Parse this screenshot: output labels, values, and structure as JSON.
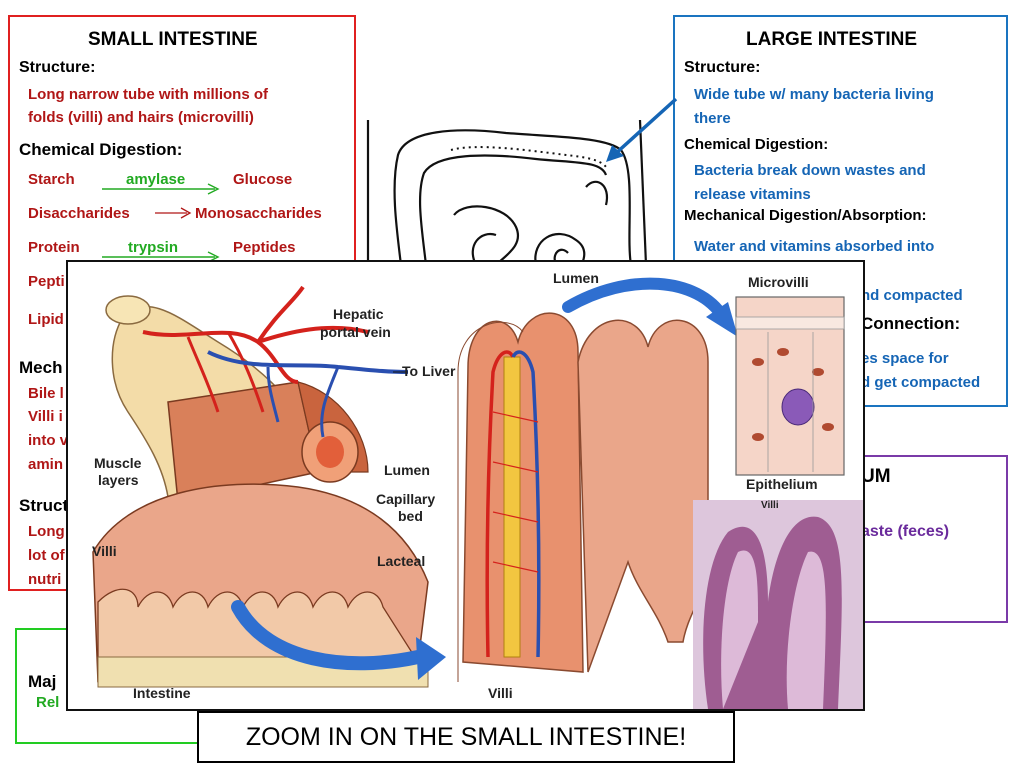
{
  "small_intestine": {
    "title": "SMALL INTESTINE",
    "structure_label": "Structure:",
    "structure_text_1": "Long narrow tube with millions of",
    "structure_text_2": "folds (villi) and hairs (microvilli)",
    "chem_label": "Chemical Digestion:",
    "reactions": [
      {
        "from": "Starch",
        "enzyme": "amylase",
        "to": "Glucose"
      },
      {
        "from": "Disaccharides",
        "enzyme": "",
        "to": "Monosaccharides"
      },
      {
        "from": "Protein",
        "enzyme": "trypsin",
        "to": "Peptides"
      },
      {
        "from": "Pepti",
        "enzyme": "",
        "to": ""
      },
      {
        "from": "Lipid",
        "enzyme": "",
        "to": ""
      }
    ],
    "mech_label": "Mech",
    "mech_lines": [
      "Bile l",
      "Villi i",
      "into v",
      "amin"
    ],
    "struct2_label": "Struct",
    "struct2_lines": [
      "Long",
      "lot of",
      "nutri"
    ]
  },
  "large_intestine": {
    "title": "LARGE INTESTINE",
    "structure_label": "Structure:",
    "structure_text_1": "Wide tube w/ many bacteria living",
    "structure_text_2": "there",
    "chem_label": "Chemical Digestion:",
    "chem_text_1": "Bacteria break down wastes and",
    "chem_text_2": "release vitamins",
    "mech_label": "Mechanical Digestion/Absorption:",
    "mech_text_1": "Water and vitamins absorbed into",
    "mech_text_2": "nd compacted",
    "connection_label": "Connection:",
    "connection_text_1": "es space for",
    "connection_text_2": "d get compacted"
  },
  "rectum": {
    "title_fragment": "UM",
    "text_fragment": "aste (feces)"
  },
  "green_box": {
    "label": "Maj",
    "text": "Rel"
  },
  "zoom_diagram": {
    "labels": {
      "hepatic_portal_vein_1": "Hepatic",
      "hepatic_portal_vein_2": "portal vein",
      "to_liver": "To Liver",
      "muscle_layers_1": "Muscle",
      "muscle_layers_2": "layers",
      "lumen_left": "Lumen",
      "capillary_bed_1": "Capillary",
      "capillary_bed_2": "bed",
      "lacteal": "Lacteal",
      "villi_left": "Villi",
      "intestine": "Intestine",
      "villi_bottom": "Villi",
      "lumen_top": "Lumen",
      "microvilli": "Microvilli",
      "epithelium": "Epithelium",
      "villi_micro": "Villi"
    }
  },
  "caption": "ZOOM IN ON THE SMALL INTESTINE!",
  "colors": {
    "small_border": "#e02020",
    "large_border": "#1a74c0",
    "rectum_border": "#7a3aa8",
    "green_border": "#22cc22",
    "tissue": "#e8916e",
    "artery": "#d4221c",
    "vein": "#2a4fb0",
    "lacteal": "#f2c640"
  }
}
